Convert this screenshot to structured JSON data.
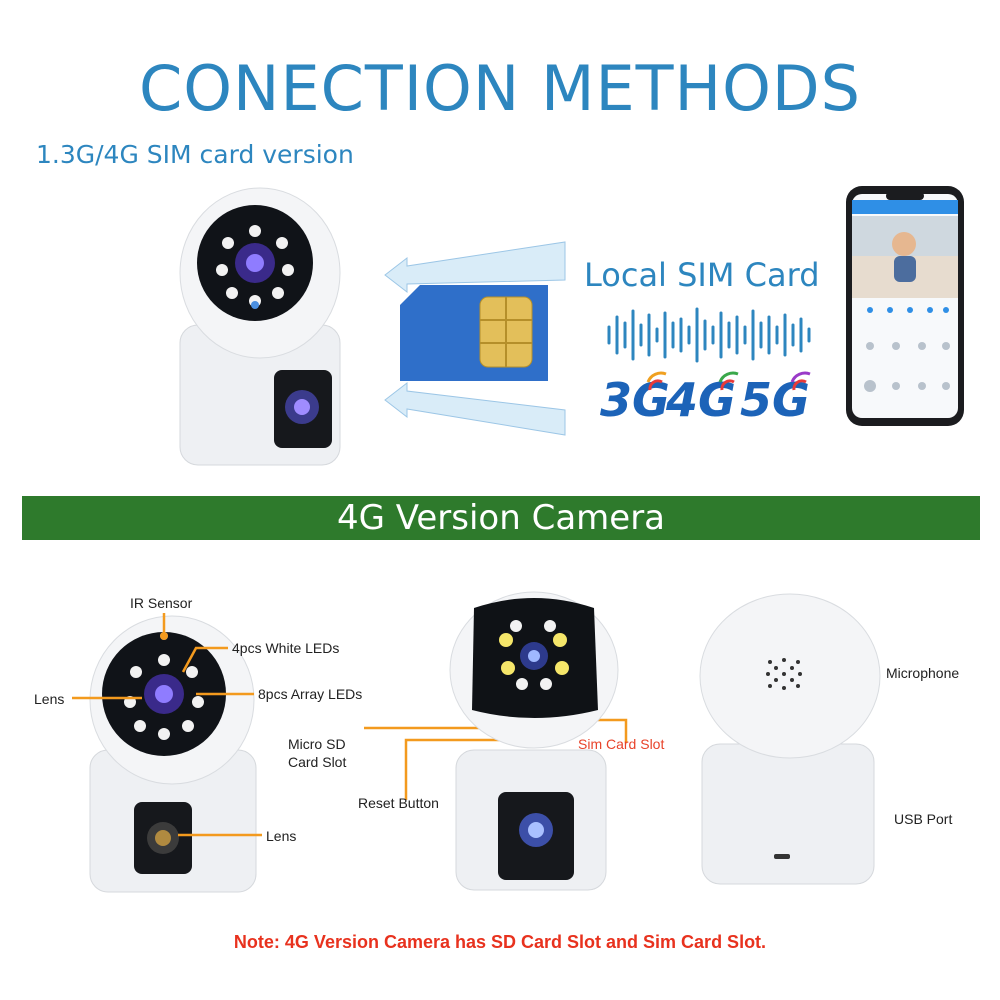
{
  "header": {
    "title": "CONECTION METHODS",
    "subtitle": "1.3G/4G SIM card version"
  },
  "connection": {
    "local_sim_label": "Local SIM Card",
    "networks": [
      "3G",
      "4G",
      "5G"
    ]
  },
  "banner": {
    "label": "4G Version Camera"
  },
  "callouts": {
    "ir_sensor": "IR Sensor",
    "white_leds": "4pcs White LEDs",
    "lens_top": "Lens",
    "array_leds": "8pcs Array LEDs",
    "lens_bottom": "Lens",
    "micro_sd_line1": "Micro SD",
    "micro_sd_line2": "Card Slot",
    "sim_slot": "Sim Card Slot",
    "reset_button": "Reset Button",
    "microphone": "Microphone",
    "usb_port": "USB Port"
  },
  "note": "Note: 4G Version Camera has SD Card Slot and Sim Card Slot.",
  "colors": {
    "title_blue": "#2d86bf",
    "banner_green": "#2e7a2c",
    "callout_orange": "#f39a1e",
    "note_red": "#e8321e"
  }
}
